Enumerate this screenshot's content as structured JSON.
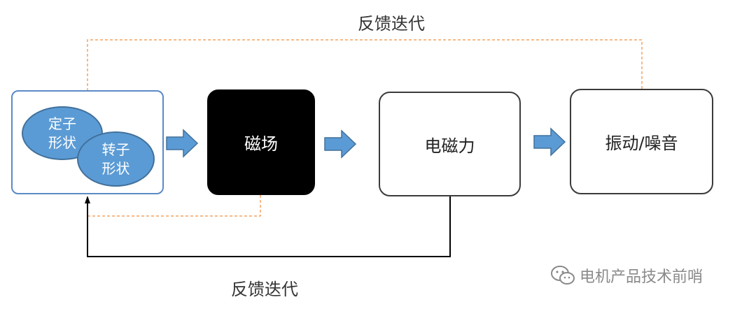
{
  "diagram": {
    "feedback_top_label": "反馈迭代",
    "feedback_bottom_label": "反馈迭代",
    "nodes": {
      "shape": {
        "stator_label": "定子\n形状",
        "rotor_label": "转子\n形状"
      },
      "field": {
        "label": "磁场"
      },
      "force": {
        "label": "电磁力"
      },
      "vibration": {
        "label": "振动/噪音"
      }
    },
    "colors": {
      "arrow": "#5b9bd5",
      "ellipse": "#5b9bd5",
      "feedback_dashed": "#f4a460",
      "feedback_solid": "#000000"
    }
  },
  "watermark": {
    "text": "电机产品技术前哨",
    "icon": "wechat-icon"
  }
}
